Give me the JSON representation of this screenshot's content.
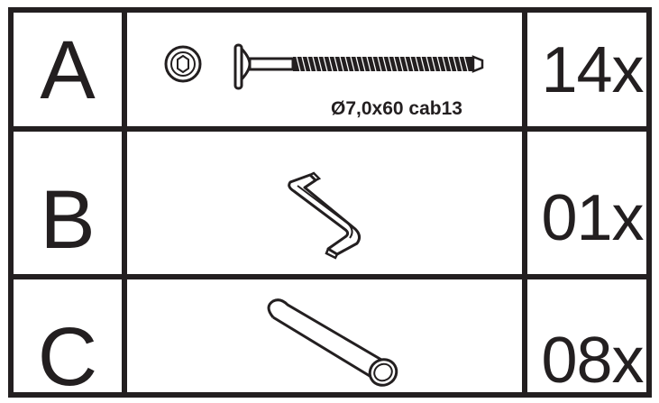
{
  "rows": [
    {
      "letter": "A",
      "spec": "Ø7,0x60 cab13",
      "quantity": "14x",
      "part_icon": "connector-bolt-icon"
    },
    {
      "letter": "B",
      "spec": "",
      "quantity": "01x",
      "part_icon": "allen-key-icon"
    },
    {
      "letter": "C",
      "spec": "",
      "quantity": "08x",
      "part_icon": "wooden-dowel-icon"
    }
  ],
  "colors": {
    "ink": "#231f20",
    "paper": "#ffffff"
  }
}
